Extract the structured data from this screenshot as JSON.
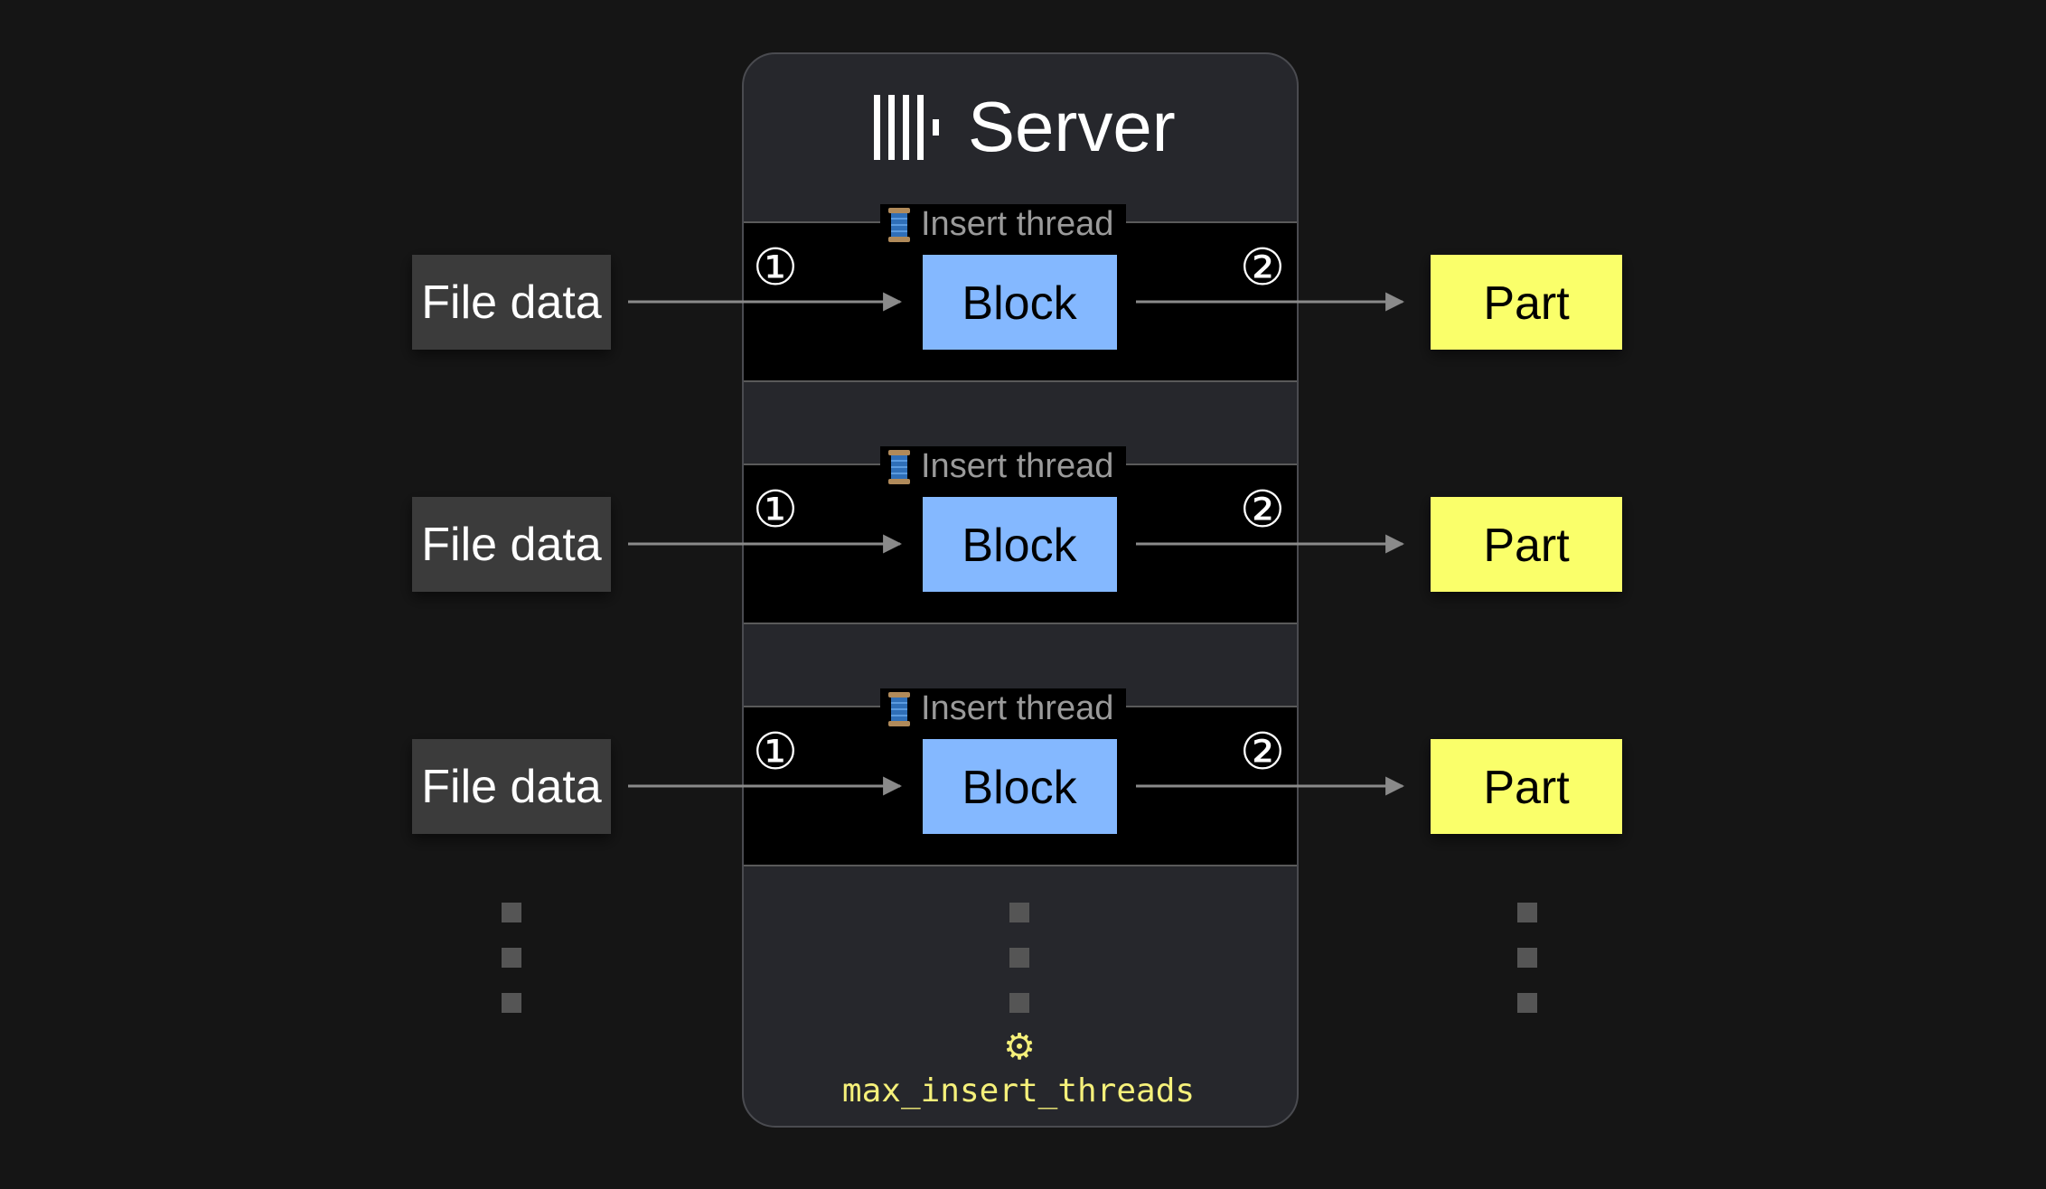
{
  "server": {
    "title": "Server"
  },
  "threads": [
    {
      "label": "Insert thread",
      "input": "File data",
      "block": "Block",
      "output": "Part",
      "step_in": "①",
      "step_out": "②"
    },
    {
      "label": "Insert thread",
      "input": "File data",
      "block": "Block",
      "output": "Part",
      "step_in": "①",
      "step_out": "②"
    },
    {
      "label": "Insert thread",
      "input": "File data",
      "block": "Block",
      "output": "Part",
      "step_in": "①",
      "step_out": "②"
    }
  ],
  "setting": {
    "icon": "gear-icon",
    "glyph": "⚙",
    "name": "max_insert_threads"
  },
  "colors": {
    "background": "#151515",
    "server_fill": "#26272c",
    "thread_fill": "#000000",
    "file_data_fill": "#3a3a3a",
    "block_fill": "#84b8ff",
    "part_fill": "#faff6b",
    "setting_text": "#f5f07a",
    "arrow": "#8a8a8a",
    "ellipsis": "#555555"
  }
}
